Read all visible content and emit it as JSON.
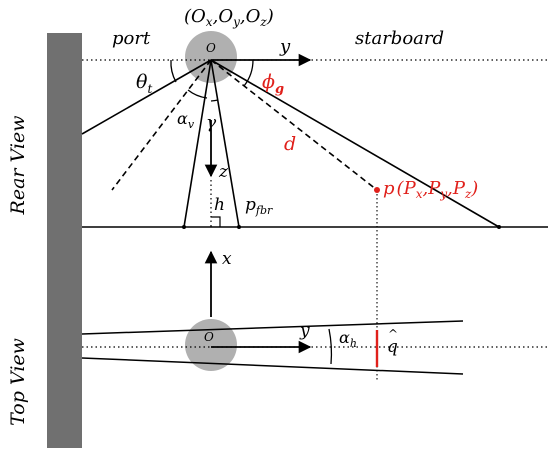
{
  "colors": {
    "accent_red": "#e0201b",
    "hull_gray": "#707070",
    "origin_gray": "#b0b0b0",
    "line": "#000000"
  },
  "labels": {
    "origin_coords": "(O_x, O_y, O_z)",
    "origin_coords_parts": {
      "open": "(",
      "o": "O",
      "x": "x",
      "y": "y",
      "z": "z",
      "comma": ",",
      "close": ")"
    },
    "port": "port",
    "starboard": "starboard",
    "origin_rear": "O",
    "origin_top": "O",
    "axis_y_rear": "y",
    "axis_z": "z",
    "axis_x": "x",
    "axis_y_top": "y",
    "theta_t": "θ",
    "theta_sub": "t",
    "phi_g": "ϕ",
    "phi_sub": "g",
    "alpha_v": "α",
    "alpha_v_sub": "v",
    "gamma": "γ",
    "d": "d",
    "h": "h",
    "p_fbr": "p",
    "p_fbr_sub": "fbr",
    "point_p": "p",
    "point_p_coords": "(P_x, P_y, P_z)",
    "point_p_parts": {
      "open": "(",
      "P": "P",
      "x": "x",
      "y": "y",
      "z": "z",
      "comma": ",",
      "close": ")"
    },
    "alpha_h": "α",
    "alpha_h_sub": "h",
    "q_hat": "q",
    "rear_view": "Rear View",
    "top_view": "Top View"
  }
}
